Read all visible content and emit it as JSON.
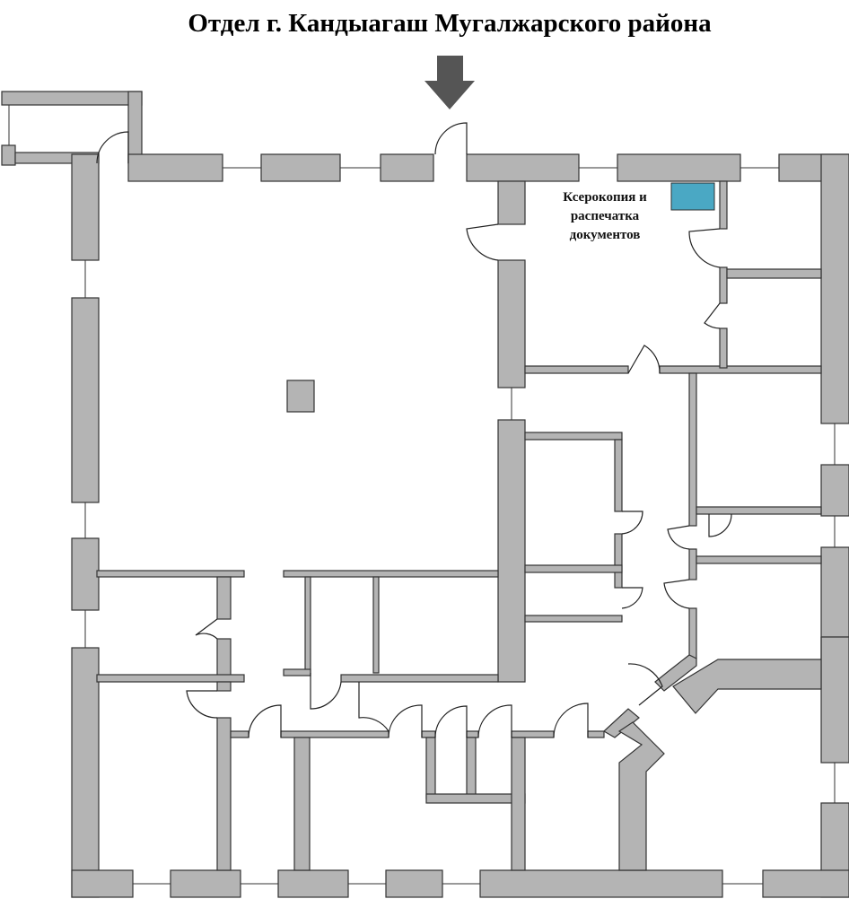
{
  "title": "Отдел г. Кандыагаш Мугалжарского района",
  "rooms": {
    "copy_room_label_line1": "Ксерокопия и",
    "copy_room_label_line2": "распечатка",
    "copy_room_label_line3": "документов"
  },
  "colors": {
    "wall": "#b4b4b4",
    "entrance_arrow": "#555555",
    "copier": "#4aa8c4"
  },
  "icons": {
    "entrance": "arrow-down-icon"
  }
}
